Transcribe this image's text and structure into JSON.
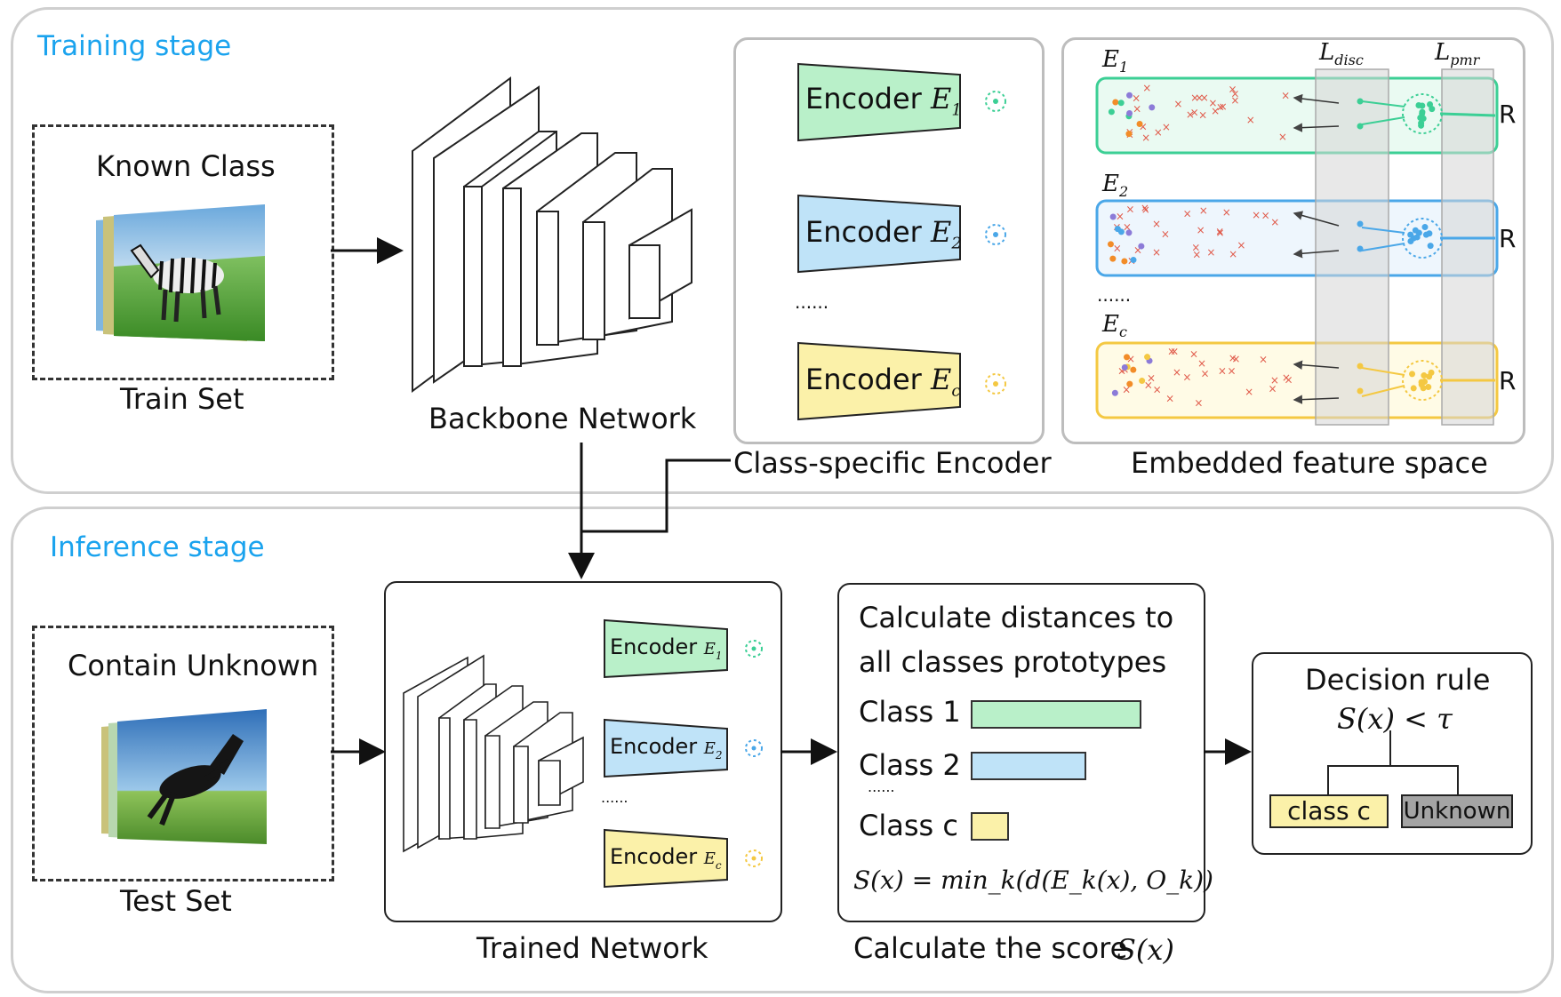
{
  "training": {
    "stage_title": "Training stage",
    "known_class": "Known Class",
    "train_set": "Train Set",
    "backbone": "Backbone Network",
    "encoder_word": "Encoder",
    "enc1_sub": "E",
    "enc1_idx": "1",
    "enc2_idx": "2",
    "encc_idx": "c",
    "dots": "......",
    "class_specific": "Class-specific Encoder",
    "embedded": "Embedded feature space",
    "ldisc_main": "L",
    "ldisc_sub": "disc",
    "lpmr_sub": "pmr",
    "r_label": "R",
    "colors": {
      "green": "#b9f0c9",
      "blue": "#bfe3f8",
      "yellow": "#fbf1a9",
      "green_stroke": "#3ccf95",
      "blue_stroke": "#4aa7e8",
      "yellow_stroke": "#f4c842"
    }
  },
  "inference": {
    "stage_title": "Inference stage",
    "contain_unknown": "Contain Unknown",
    "test_set": "Test Set",
    "trained_network": "Trained Network",
    "calc_title_1": "Calculate distances to",
    "calc_title_2": "all classes prototypes",
    "class1": "Class 1",
    "class2": "Class 2",
    "classc": "Class c",
    "small_dots": "......",
    "score_formula": "S(x) = min_k(d(E_k(x), O_k))",
    "calc_score": "Calculate the score",
    "calc_score_math": "S(x)",
    "decision_rule": "Decision rule",
    "rule_math": "S(x) < τ",
    "class_c_out": "class c",
    "unknown_out": "Unknown",
    "bar_fill": {
      "class1": 1.0,
      "class2": 0.67,
      "classc": 0.21
    }
  }
}
